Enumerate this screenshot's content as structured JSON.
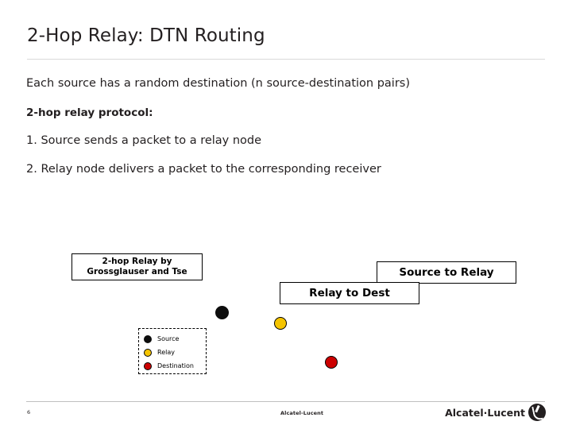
{
  "slide": {
    "title": "2-Hop Relay: DTN Routing",
    "body": [
      "Each source has a random destination (n source-destination pairs)",
      "2-hop relay protocol:",
      "1. Source sends a packet to a relay node",
      "2. Relay node delivers a packet to the corresponding receiver"
    ],
    "figure": {
      "reference_callout": {
        "line1": "2-hop Relay by",
        "line2": "Grossglauser and Tse"
      },
      "label_source_to_relay": "Source to Relay",
      "label_relay_to_dest": "Relay to Dest",
      "legend": [
        {
          "label": "Source",
          "color": "#0d0d0d"
        },
        {
          "label": "Relay",
          "color": "#f5c400"
        },
        {
          "label": "Destination",
          "color": "#cc0000"
        }
      ],
      "nodes": [
        {
          "name": "source",
          "color": "#0d0d0d"
        },
        {
          "name": "relay",
          "color": "#f5c400"
        },
        {
          "name": "destination",
          "color": "#cc0000"
        }
      ]
    },
    "footer": {
      "page_number": "6",
      "center_text": "Alcatel-Lucent",
      "logo_text": "Alcatel·Lucent"
    }
  }
}
